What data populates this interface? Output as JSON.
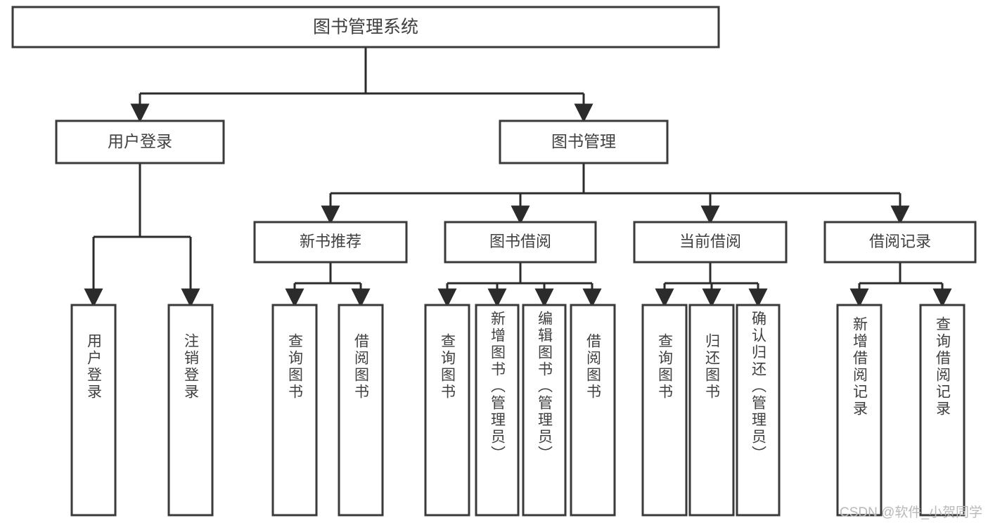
{
  "diagram": {
    "type": "tree",
    "title": "图书管理系统",
    "watermark": "CSDN @软件_小贺同学",
    "colors": {
      "box_stroke": "#3a3a3a",
      "box_fill": "#ffffff",
      "connector": "#2b2b2b",
      "text": "#404040",
      "watermark": "#b9b9b9",
      "background": "#ffffff"
    },
    "root": {
      "label": "图书管理系统",
      "children": [
        {
          "label": "用户登录",
          "children": [
            {
              "label": "用户登录"
            },
            {
              "label": "注销登录"
            }
          ]
        },
        {
          "label": "图书管理",
          "children": [
            {
              "label": "新书推荐",
              "children": [
                {
                  "label": "查询图书"
                },
                {
                  "label": "借阅图书"
                }
              ]
            },
            {
              "label": "图书借阅",
              "children": [
                {
                  "label": "查询图书"
                },
                {
                  "label": "新增图书（管理员）"
                },
                {
                  "label": "编辑图书（管理员）"
                },
                {
                  "label": "借阅图书"
                }
              ]
            },
            {
              "label": "当前借阅",
              "children": [
                {
                  "label": "查询图书"
                },
                {
                  "label": "归还图书"
                },
                {
                  "label": "确认归还（管理员）"
                }
              ]
            },
            {
              "label": "借阅记录",
              "children": [
                {
                  "label": "新增借阅记录"
                },
                {
                  "label": "查询借阅记录"
                }
              ]
            }
          ]
        }
      ]
    },
    "nodes": {
      "root": "图书管理系统",
      "user_login": "用户登录",
      "book_mgmt": "图书管理",
      "user_login_c1": "用户登录",
      "user_login_c2": "注销登录",
      "new_book": "新书推荐",
      "new_book_c1": "查询图书",
      "new_book_c2": "借阅图书",
      "borrow": "图书借阅",
      "borrow_c1": "查询图书",
      "borrow_c2": "新增图书（管理员）",
      "borrow_c3": "编辑图书（管理员）",
      "borrow_c4": "借阅图书",
      "current": "当前借阅",
      "current_c1": "查询图书",
      "current_c2": "归还图书",
      "current_c3": "确认归还（管理员）",
      "record": "借阅记录",
      "record_c1": "新增借阅记录",
      "record_c2": "查询借阅记录"
    }
  }
}
